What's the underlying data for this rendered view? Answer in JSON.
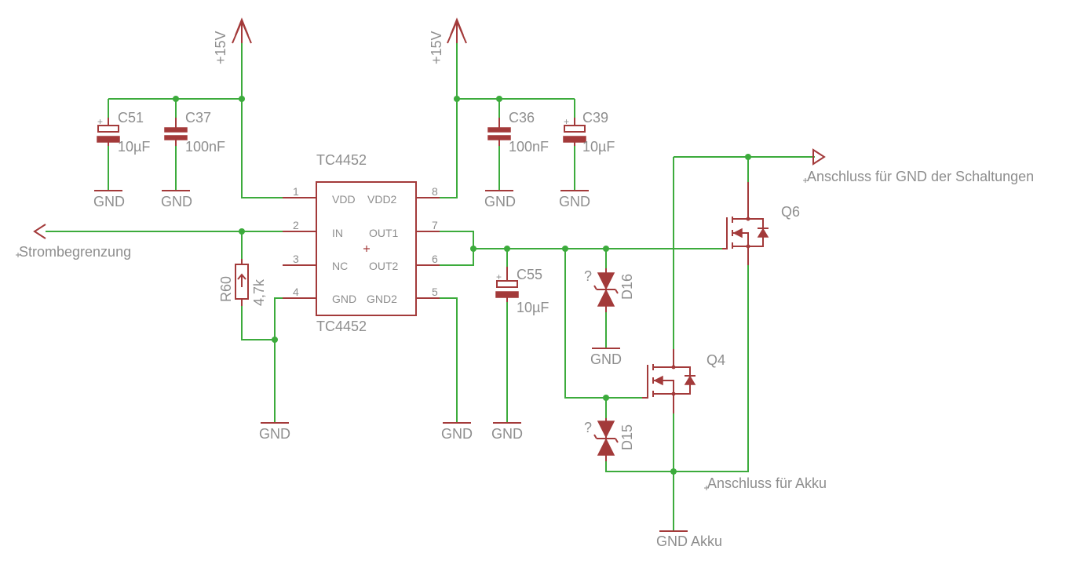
{
  "supply": {
    "vcc_left": "+15V",
    "vcc_right": "+15V",
    "gnd": "GND"
  },
  "ic": {
    "name_top": "TC4452",
    "name_bottom": "TC4452",
    "pins": {
      "p1": "1",
      "p2": "2",
      "p3": "3",
      "p4": "4",
      "p5": "5",
      "p6": "6",
      "p7": "7",
      "p8": "8"
    },
    "pin_labels": {
      "vdd": "VDD",
      "in": "IN",
      "nc": "NC",
      "gnd": "GND",
      "vdd2": "VDD2",
      "out1": "OUT1",
      "out2": "OUT2",
      "gnd2": "GND2"
    }
  },
  "components": {
    "c51": {
      "name": "C51",
      "value": "10µF"
    },
    "c37": {
      "name": "C37",
      "value": "100nF"
    },
    "c36": {
      "name": "C36",
      "value": "100nF"
    },
    "c39": {
      "name": "C39",
      "value": "10µF"
    },
    "c55": {
      "name": "C55",
      "value": "10µF"
    },
    "r60": {
      "name": "R60",
      "value": "4,7k"
    },
    "d16": {
      "name": "D16",
      "value": "?"
    },
    "d15": {
      "name": "D15",
      "value": "?"
    },
    "q6": {
      "name": "Q6"
    },
    "q4": {
      "name": "Q4"
    }
  },
  "nets": {
    "strombegrenzung": "Strombegrenzung",
    "gnd_schaltungen": "Anschluss für GND der Schaltungen",
    "akku": "Anschluss für Akku",
    "gnd_akku": "GND Akku"
  }
}
